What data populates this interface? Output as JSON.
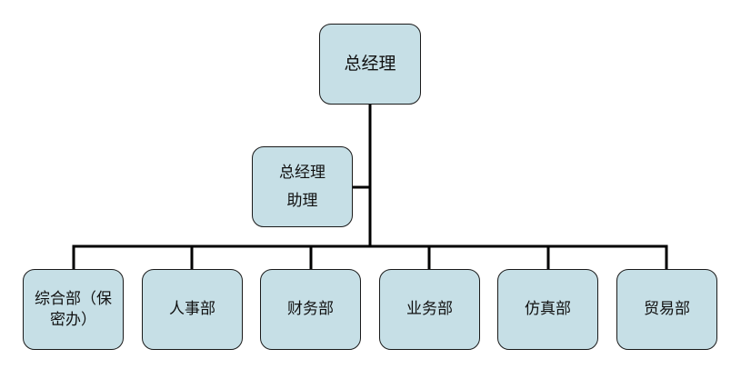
{
  "org_chart": {
    "top": {
      "label": "总经理"
    },
    "assistant": {
      "line1": "总经理",
      "line2": "助理"
    },
    "departments": [
      {
        "line1": "综合部（保",
        "line2": "密办）"
      },
      {
        "label": "人事部"
      },
      {
        "label": "财务部"
      },
      {
        "label": "业务部"
      },
      {
        "label": "仿真部"
      },
      {
        "label": "贸易部"
      }
    ],
    "colors": {
      "box_fill": "#c6dfe6",
      "box_border": "#1a1a1a",
      "connector": "#000000"
    }
  }
}
